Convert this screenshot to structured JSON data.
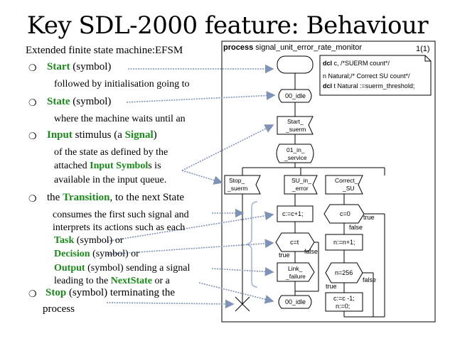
{
  "title": "Key SDL-2000 feature: Behaviour",
  "subtitle": "Extended finite state machine:EFSM",
  "colors": {
    "keyword": "#1a8a1a",
    "arrow": "#7f93b8"
  },
  "left": {
    "b1": {
      "kw": "Start",
      "rest": " (symbol)"
    },
    "b1_cont": "followed by initialisation going to",
    "b2": {
      "kw": "State",
      "rest": " (symbol)"
    },
    "b2_cont": "where the machine waits until an",
    "b3": {
      "kw": "Input",
      "mid": " stimulus (a ",
      "kw2": "Signal",
      "rest": ")"
    },
    "b3_cont1": "of the state as defined by the",
    "b3_cont2": {
      "pre": "attached ",
      "kw": "Input Symbol",
      "rest": "s is"
    },
    "b3_cont3": "available in the input queue.",
    "b4": {
      "pre": "the ",
      "kw": "Transition",
      "rest": ", to the next State"
    },
    "b4_cont1": "consumes the first such signal and",
    "b4_cont2": "interprets its actions such as each",
    "task": {
      "kw": "Task",
      "rest": " (symbol) or"
    },
    "decision": {
      "kw": "Decision",
      "rest": " (symbol) or"
    },
    "output": {
      "kw": "Output",
      "rest": " (symbol) sending a signal"
    },
    "leading": {
      "pre": "leading to the ",
      "kw": "NextState",
      "rest": " or a"
    },
    "b5": {
      "kw": "Stop",
      "rest": " (symbol) terminating the"
    },
    "b5_cont": "process"
  },
  "diagram": {
    "process_kw": "process",
    "process_name": " signal_unit_error_rate_monitor",
    "page": "1(1)",
    "decl1": {
      "kw": "dcl",
      "rest": " c, /*SUERM count*/"
    },
    "decl2": " n Natural;/* Correct SU count*/",
    "decl3": {
      "kw": "dcl",
      "rest": " t Natural :=suerm_threshold;"
    },
    "state_idle": "00_idle",
    "start_l1": "Start_",
    "start_l2": "_suerm",
    "inservice_l1": "01_in_",
    "inservice_l2": "_service",
    "stop_l1": "Stop_",
    "stop_l2": "_suerm",
    "suin_l1": "SU_in_",
    "suin_l2": "_error",
    "correct_l1": "Correct_",
    "correct_l2": "_SU",
    "task_c": "c:=c+1;",
    "dec_ct": "c=t",
    "true1": "true",
    "false1": "false",
    "link_l1": "Link_",
    "link_l2": "_failure",
    "state_idle2": "00_idle",
    "dec_c0": "c=0",
    "true2": "true",
    "false2": "false",
    "task_n": "n:=n+1;",
    "dec_n": "n=256",
    "false3": "false",
    "true3": "true",
    "task_reset1": "c:=c -1;",
    "task_reset2": "n:=0;"
  }
}
